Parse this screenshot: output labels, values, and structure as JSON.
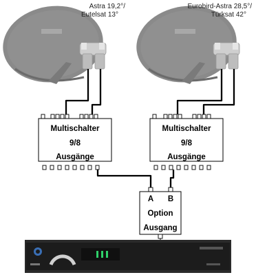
{
  "satellites": {
    "left": {
      "line1": "Astra 19,2°/",
      "line2": "Eutelsat 13°"
    },
    "right": {
      "line1": "Eurobird-Astra 28,5°/",
      "line2": "Türksat 42°"
    }
  },
  "switches": {
    "left": {
      "line1": "Multischalter",
      "line2": "9/8",
      "line3": "Ausgänge"
    },
    "right": {
      "line1": "Multischalter",
      "line2": "9/8",
      "line3": "Ausgänge"
    }
  },
  "option_box": {
    "input_a": "A",
    "input_b": "B",
    "line1": "Option",
    "line2": "Ausgang"
  },
  "colors": {
    "dish": "#8a8a8a",
    "dish_dark": "#6b6b6b",
    "lnb": "#cfcfcf",
    "receiver": "#1c1c1c",
    "display": "#2fd06a"
  }
}
